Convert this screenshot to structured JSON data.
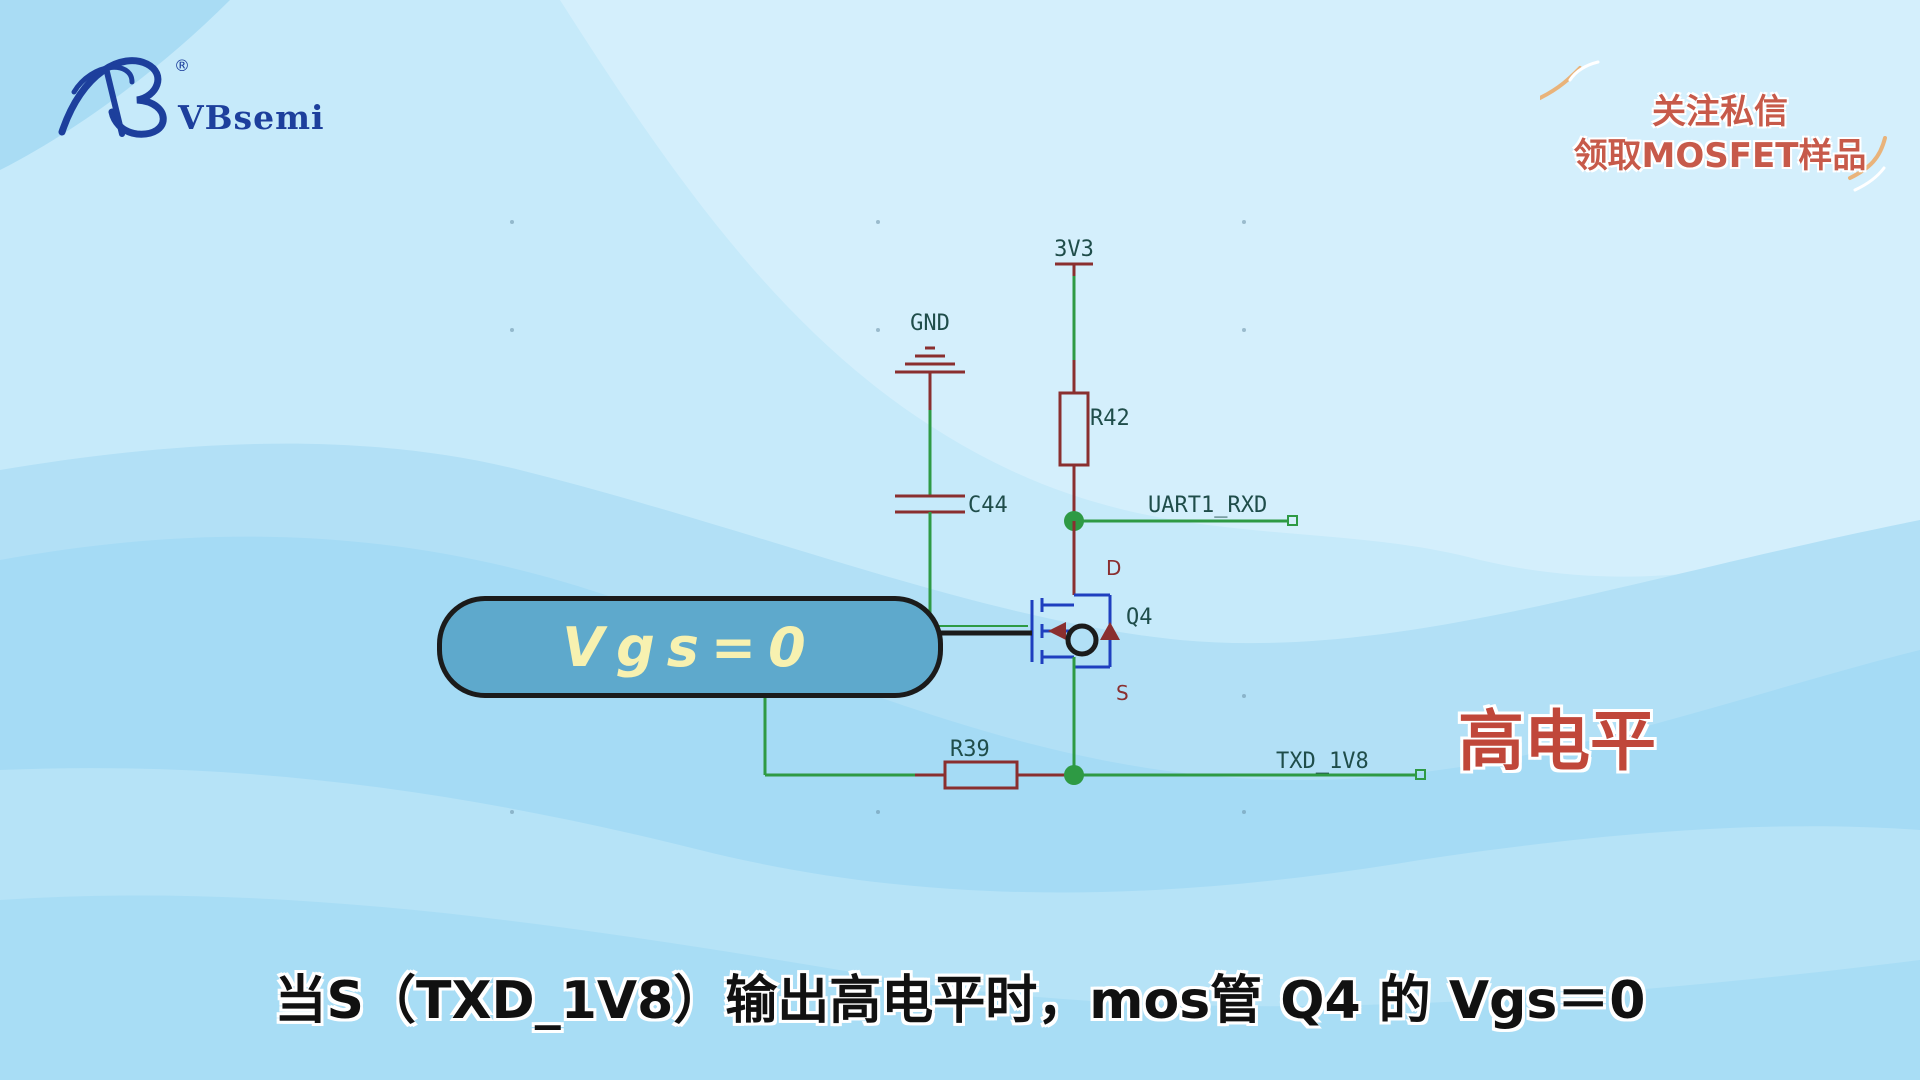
{
  "brand": {
    "name": "VBsemi",
    "registered": "®"
  },
  "promo": {
    "line1": "关注私信",
    "line2": "领取MOSFET样品"
  },
  "schematic": {
    "power_net": "3V3",
    "ground_net": "GND",
    "resistor_top": "R42",
    "capacitor": "C44",
    "resistor_bottom": "R39",
    "transistor": "Q4",
    "drain_pin": "D",
    "source_pin": "S",
    "net_rx": "UART1_RXD",
    "net_tx": "TXD_1V8",
    "wire_color": "#2e9a44",
    "component_color": "#8a2f2f",
    "mosfet_color": "#1f3fbf"
  },
  "callout": {
    "text": "Vgs=0"
  },
  "overlay_label": "高电平",
  "subtitle": "当S（TXD_1V8）输出高电平时，mos管 Q4 的 Vgs＝0"
}
